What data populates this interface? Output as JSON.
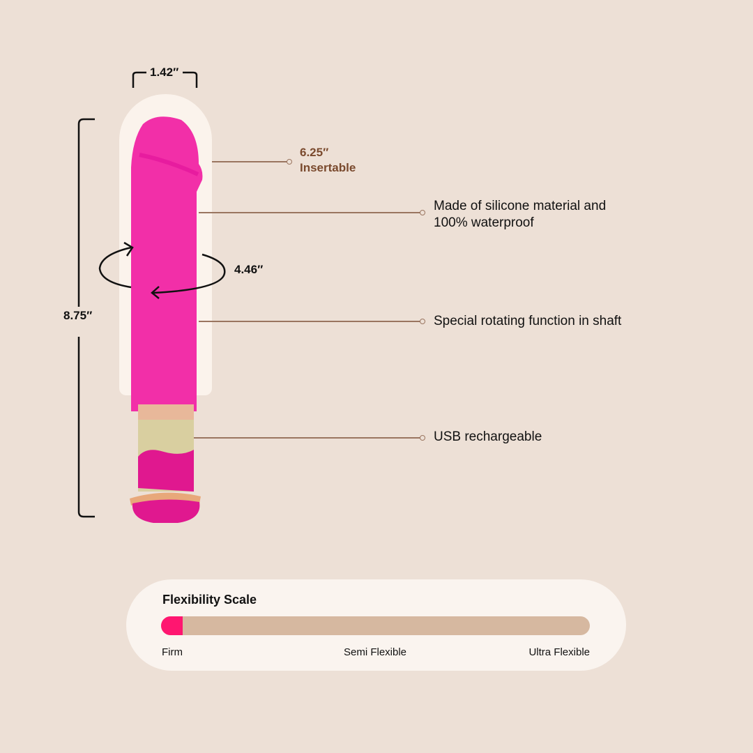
{
  "dimensions": {
    "width": "1.42″",
    "length": "8.75″",
    "circumference": "4.46″",
    "insertable_value": "6.25″",
    "insertable_label": "Insertable"
  },
  "features": [
    {
      "line1": "Made of silicone material and",
      "line2": "100% waterproof"
    },
    {
      "line1": "Special rotating function in shaft"
    },
    {
      "line1": "USB rechargeable"
    }
  ],
  "flexibility": {
    "title": "Flexibility Scale",
    "value_percent": 5,
    "labels": [
      "Firm",
      "Semi Flexible",
      "Ultra Flexible"
    ],
    "fill_color": "#ff1670",
    "track_color": "#d6b8a0"
  },
  "colors": {
    "background": "#ede0d6",
    "product_pink": "#f22fa8",
    "gold": "#d9cfa0",
    "callout_text": "#7a4a2e"
  }
}
